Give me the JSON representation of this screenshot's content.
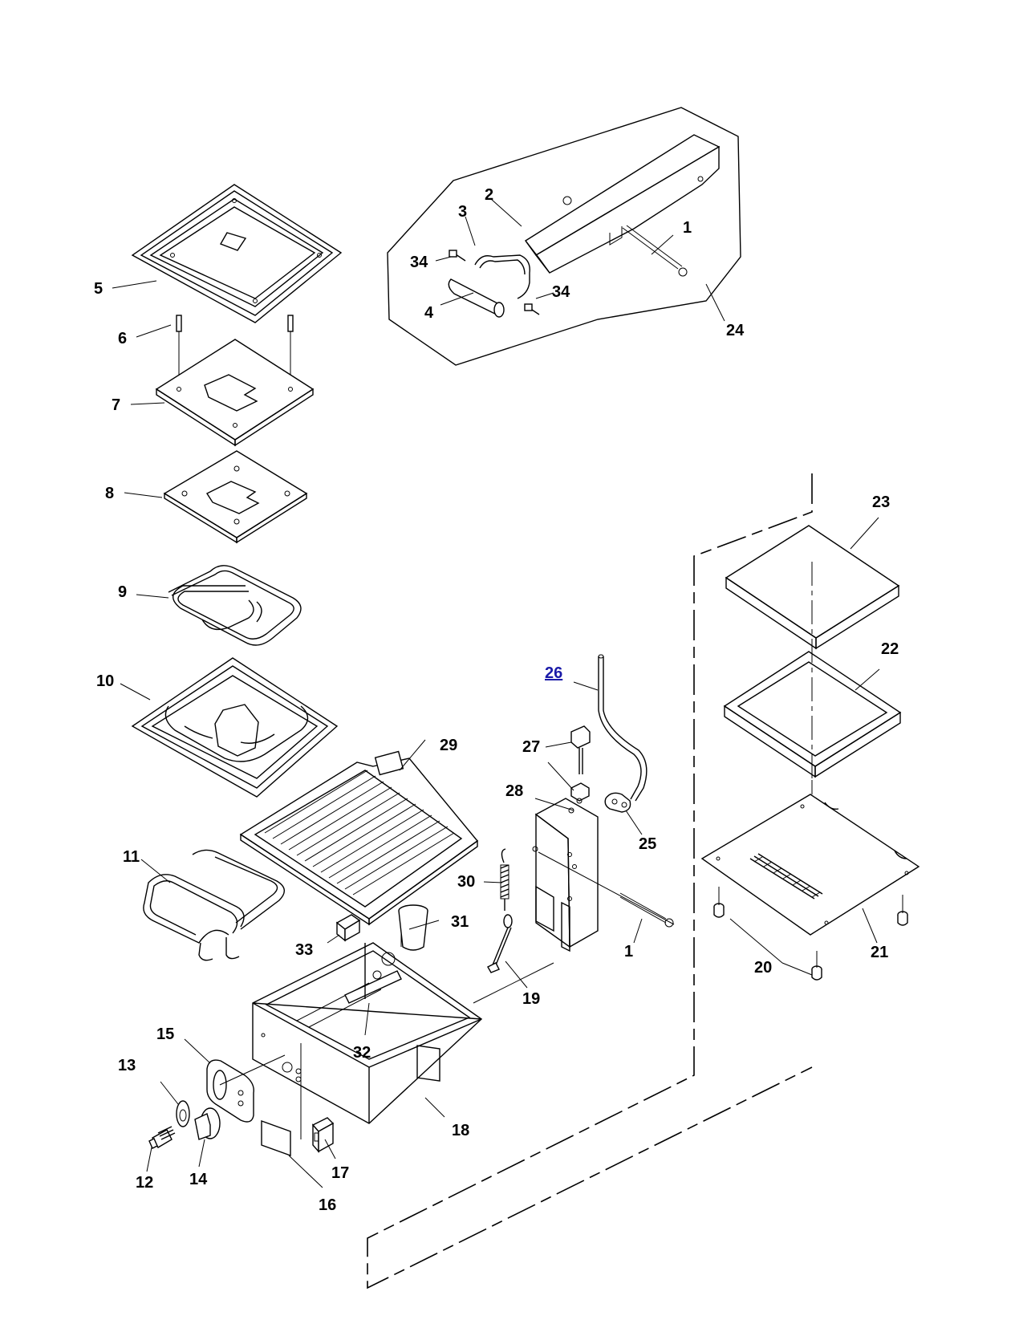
{
  "callouts": {
    "c1a": "1",
    "c1b": "1",
    "c2": "2",
    "c3": "3",
    "c4": "4",
    "c5": "5",
    "c6": "6",
    "c7": "7",
    "c8": "8",
    "c9": "9",
    "c10": "10",
    "c11": "11",
    "c12": "12",
    "c13": "13",
    "c14": "14",
    "c15": "15",
    "c16": "16",
    "c17": "17",
    "c18": "18",
    "c19": "19",
    "c20": "20",
    "c21": "21",
    "c22": "22",
    "c23": "23",
    "c24": "24",
    "c25": "25",
    "c26": "26",
    "c27": "27",
    "c28": "28",
    "c29": "29",
    "c30": "30",
    "c31": "31",
    "c32": "32",
    "c33": "33",
    "c34a": "34",
    "c34b": "34"
  },
  "colors": {
    "ink": "#000000",
    "link": "#1a1aa8",
    "background": "#ffffff"
  }
}
